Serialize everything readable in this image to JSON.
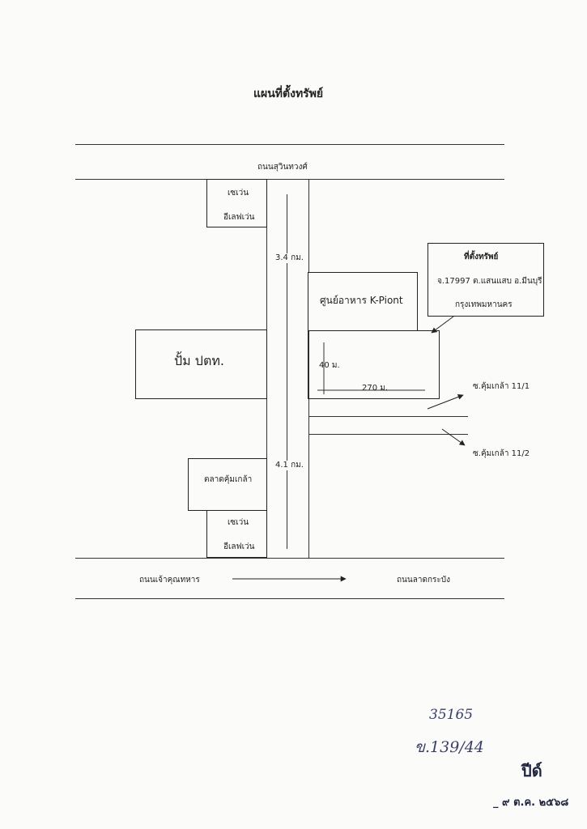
{
  "title": "แผนที่ตั้งทรัพย์",
  "roads": {
    "top": "ถนนสุวินทวงศ์",
    "bottom_left": "ถนนเจ้าคุณทหาร",
    "bottom_right": "ถนนลาดกระบัง"
  },
  "buildings": {
    "seven_top_line1": "เซเว่น",
    "seven_top_line2": "อีเลฟเว่น",
    "ptt": "ปั้ม ปตท.",
    "market": "ตลาดคุ้มเกล้า",
    "seven_bottom_line1": "เซเว่น",
    "seven_bottom_line2": "อีเลฟเว่น",
    "food_center": "ศูนย์อาหาร  K-Piont"
  },
  "property_callout": {
    "line1": "ที่ตั้งทรัพย์",
    "line2": "จ.17997  ต.แสนแสบ  อ.มีนบุรี",
    "line3": "กรุงเทพมหานคร"
  },
  "distances": {
    "north": "3.4 กม.",
    "south": "4.1 กม.",
    "width": "40 ม.",
    "depth": "270 ม."
  },
  "sois": {
    "soi1": "ซ.คุ้มเกล้า  11/1",
    "soi2": "ซ.คุ้มเกล้า  11/2"
  },
  "handwriting": {
    "num1": "35165",
    "num2": "ข.139/44",
    "signature": "ปีด์",
    "date": "_ ๙  ต.ค. ๒๕๖๘"
  }
}
